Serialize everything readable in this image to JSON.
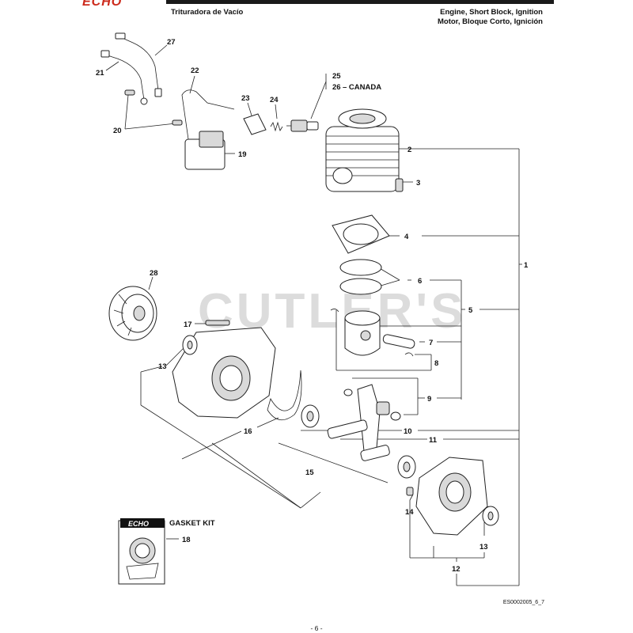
{
  "header": {
    "logo": "ECHO",
    "subtitle": "Trituradora de Vacío",
    "title_en": "Engine, Short Block, Ignition",
    "title_es": "Motor, Bloque Corto, Ignición"
  },
  "watermark": "CUTLER'S",
  "callouts": {
    "c1": "1",
    "c2": "2",
    "c3": "3",
    "c4": "4",
    "c5": "5",
    "c6": "6",
    "c7": "7",
    "c8": "8",
    "c9": "9",
    "c10": "10",
    "c11": "11",
    "c12": "12",
    "c13a": "13",
    "c13b": "13",
    "c14": "14",
    "c15": "15",
    "c16": "16",
    "c17": "17",
    "c18": "18",
    "c19": "19",
    "c20": "20",
    "c21": "21",
    "c22": "22",
    "c23": "23",
    "c24": "24",
    "c25": "25",
    "c26": "26",
    "canada": "– CANADA",
    "c27": "27",
    "c28": "28"
  },
  "gasket_kit": {
    "logo": "ECHO",
    "title": "GASKET KIT"
  },
  "figure_code": "ES0002005_6_7",
  "page_number": "- 6 -"
}
